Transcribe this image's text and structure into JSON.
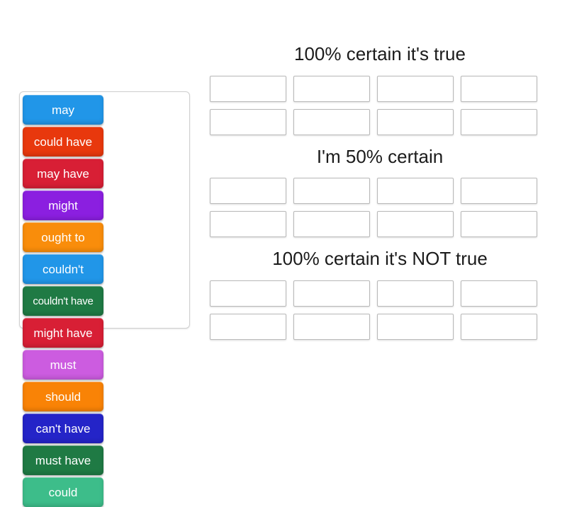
{
  "activity": {
    "type": "group-sort",
    "tile_text_color": "#ffffff",
    "drop_zone_border_color": "#b8b8b8",
    "bank_border_color": "#cfcfcf"
  },
  "tile_bank": {
    "tiles": [
      {
        "label": "may",
        "color": "#2196e8"
      },
      {
        "label": "could have",
        "color": "#e8380d"
      },
      {
        "label": "may have",
        "color": "#d81f35"
      },
      {
        "label": "might",
        "color": "#8b1fe0"
      },
      {
        "label": "ought to",
        "color": "#f98d0b"
      },
      {
        "label": "couldn't",
        "color": "#2196e8"
      },
      {
        "label": "couldn't have",
        "color": "#1f7a44"
      },
      {
        "label": "might have",
        "color": "#d81f35"
      },
      {
        "label": "must",
        "color": "#cc5ce0"
      },
      {
        "label": "should",
        "color": "#f98306"
      },
      {
        "label": "can't have",
        "color": "#2424c8"
      },
      {
        "label": "must have",
        "color": "#1f7a44"
      },
      {
        "label": "could",
        "color": "#3dbd8a"
      }
    ]
  },
  "categories": [
    {
      "title": "100% certain it's true",
      "rows": [
        [
          "",
          "",
          "",
          ""
        ],
        [
          "",
          "",
          "",
          ""
        ]
      ]
    },
    {
      "title": "I'm 50% certain",
      "rows": [
        [
          "",
          "",
          "",
          ""
        ],
        [
          "",
          "",
          "",
          ""
        ]
      ]
    },
    {
      "title": "100% certain it's NOT true",
      "rows": [
        [
          "",
          "",
          "",
          ""
        ],
        [
          "",
          "",
          "",
          ""
        ]
      ]
    }
  ]
}
